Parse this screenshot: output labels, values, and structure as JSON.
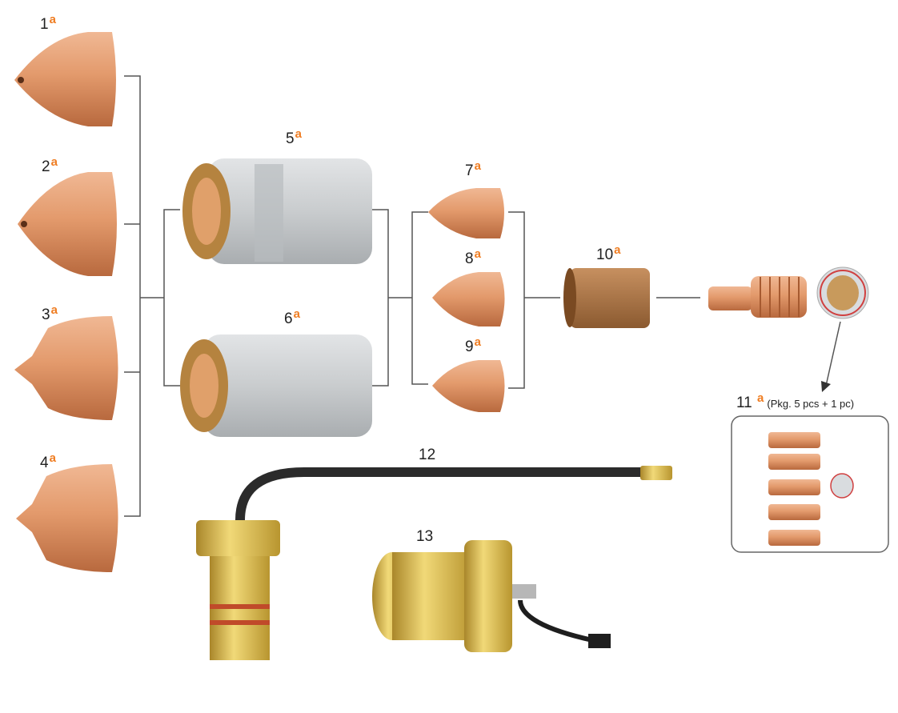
{
  "parts": [
    {
      "number": "1",
      "mark": "a"
    },
    {
      "number": "2",
      "mark": "a"
    },
    {
      "number": "3",
      "mark": "a"
    },
    {
      "number": "4",
      "mark": "a"
    },
    {
      "number": "5",
      "mark": "a"
    },
    {
      "number": "6",
      "mark": "a"
    },
    {
      "number": "7",
      "mark": "a"
    },
    {
      "number": "8",
      "mark": "a"
    },
    {
      "number": "9",
      "mark": "a"
    },
    {
      "number": "10",
      "mark": "a"
    },
    {
      "number": "11",
      "mark": "a",
      "note": "(Pkg. 5 pcs + 1 pc)"
    },
    {
      "number": "12"
    },
    {
      "number": "13"
    }
  ],
  "colors": {
    "mark": "#ef7d22",
    "copper": "#d98a5c",
    "brass": "#d9b84a",
    "shield": "#d4d6d8"
  }
}
